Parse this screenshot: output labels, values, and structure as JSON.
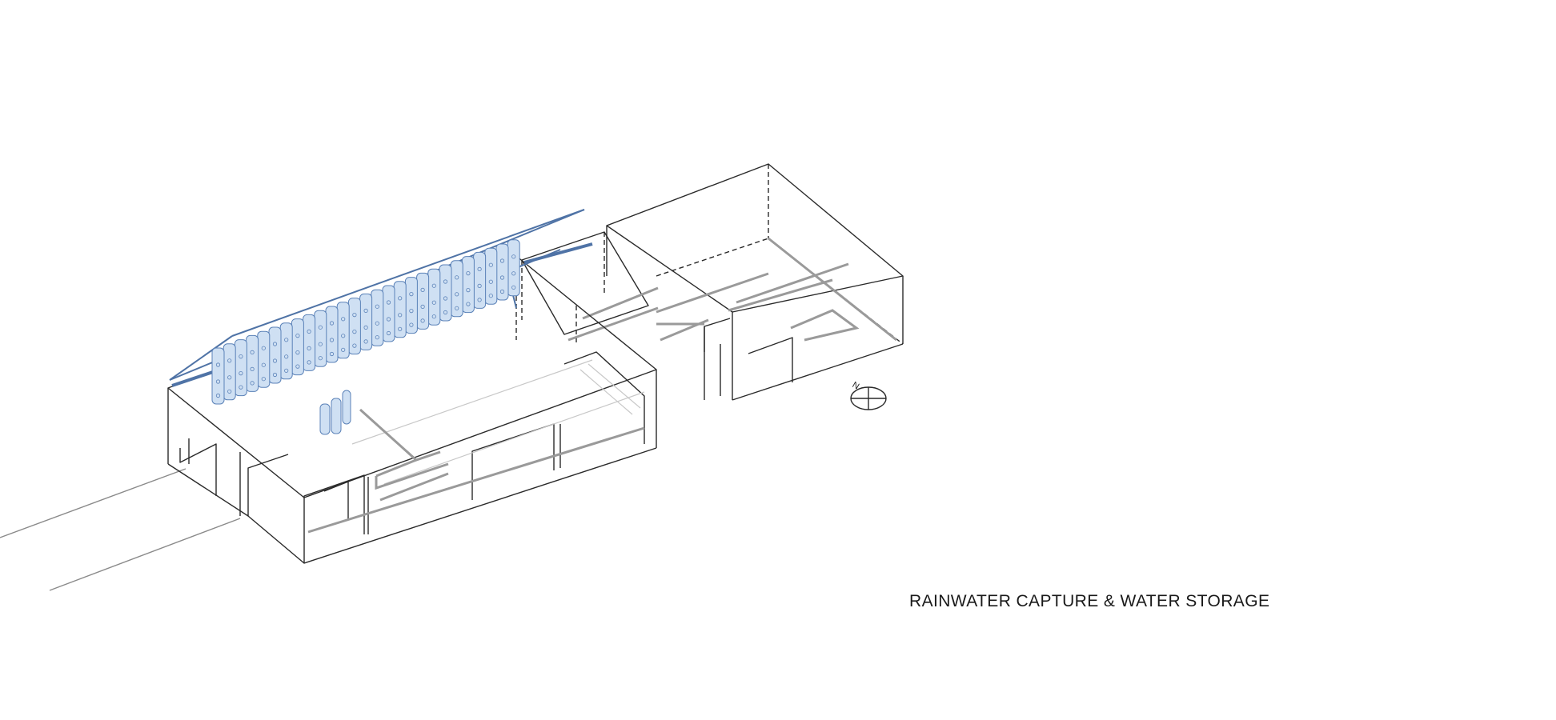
{
  "diagram": {
    "caption": "RAINWATER CAPTURE & WATER STORAGE",
    "north_label": "N",
    "colors": {
      "line": "#2a2a2a",
      "pipe_grey": "#9a9a9a",
      "rain_system_blue": "#4f73a6",
      "tank_fill": "#cfe0f3"
    },
    "tank_count": 27
  }
}
